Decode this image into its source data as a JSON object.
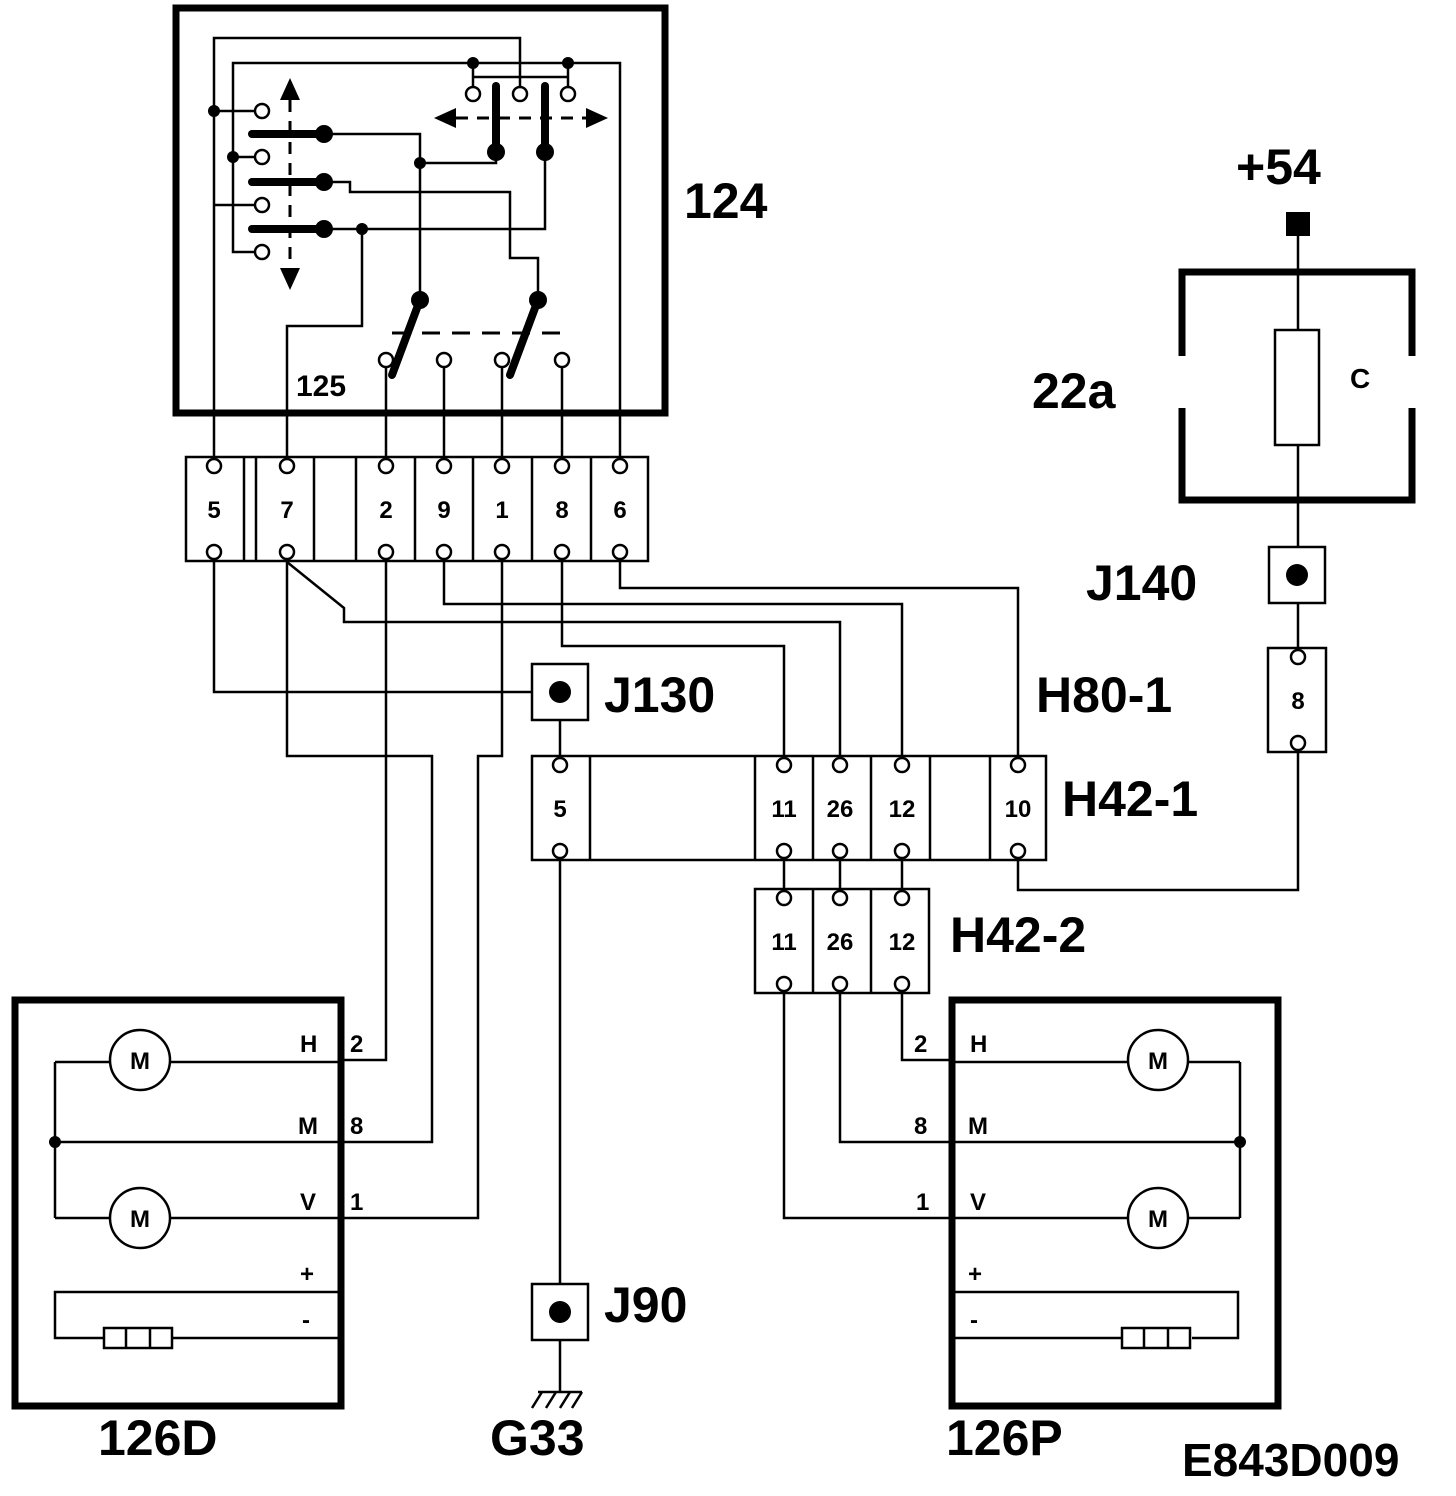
{
  "labels": {
    "switch_block": "124",
    "switch_sub": "125",
    "supply": "+54",
    "fuse_block": "22a",
    "fuse": "C",
    "junction_j140": "J140",
    "junction_j130": "J130",
    "junction_j90": "J90",
    "connector_h80": "H80-1",
    "connector_h421": "H42-1",
    "connector_h422": "H42-2",
    "mirror_driver": "126D",
    "mirror_passenger": "126P",
    "ground": "G33",
    "drawing_code": "E843D009"
  },
  "switch_connector_pins": [
    "5",
    "7",
    "2",
    "9",
    "1",
    "8",
    "6"
  ],
  "h80_pins": [
    "8"
  ],
  "h421_pins": [
    "5",
    "11",
    "26",
    "12",
    "10"
  ],
  "h422_pins": [
    "11",
    "26",
    "12"
  ],
  "motor_symbol": "M",
  "driver_mirror": {
    "terminals": [
      {
        "name": "H",
        "pin": "2"
      },
      {
        "name": "M",
        "pin": "8"
      },
      {
        "name": "V",
        "pin": "1"
      },
      {
        "name": "+",
        "pin": ""
      },
      {
        "name": "-",
        "pin": ""
      }
    ]
  },
  "passenger_mirror": {
    "terminals": [
      {
        "name": "H",
        "pin": "2"
      },
      {
        "name": "M",
        "pin": "8"
      },
      {
        "name": "V",
        "pin": "1"
      },
      {
        "name": "+",
        "pin": ""
      },
      {
        "name": "-",
        "pin": ""
      }
    ]
  }
}
